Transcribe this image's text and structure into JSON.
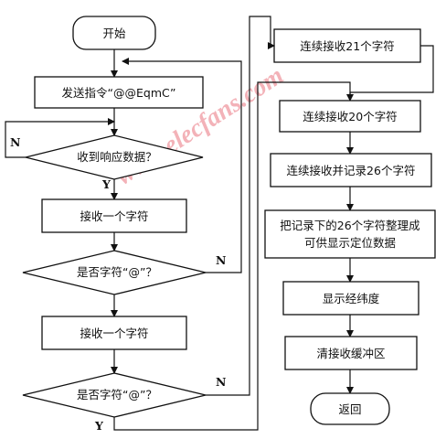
{
  "watermark": "www.elecfans.com",
  "nodes": {
    "start": "开始",
    "send": "发送指令“@@EqmC”",
    "decision1": "收到响应数据？",
    "recv1": "接收一个字符",
    "decision2": "是否字符“@”？",
    "recv2": "接收一个字符",
    "decision3": "是否字符“@”？",
    "recv21": "连续接收21个字符",
    "recv20": "连续接收20个字符",
    "recv26": "连续接收并记录26个字符",
    "organize_line1": "把记录下的26个字符整理成",
    "organize_line2": "可供显示定位数据",
    "show": "显示经纬度",
    "clear": "清接收缓冲区",
    "end": "返回"
  },
  "labels": {
    "d1_no": "N",
    "d1_yes": "Y",
    "d2_no": "N",
    "d3_no": "N",
    "d3_yes": "Y"
  }
}
